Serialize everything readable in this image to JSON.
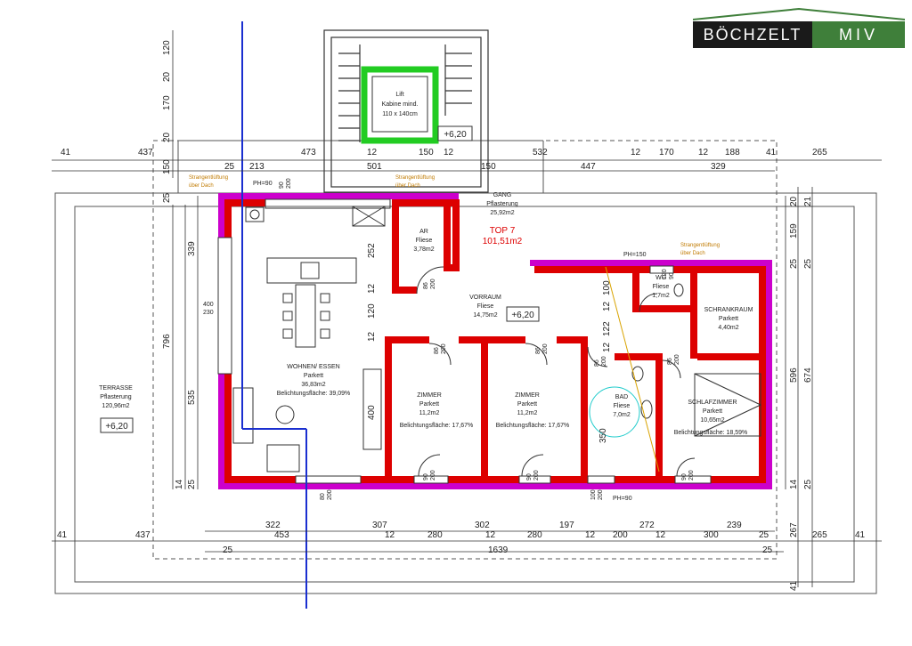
{
  "brand": {
    "left": "BÖCHZELT",
    "right": "MIV",
    "colors": {
      "dark": "#1a1a1a",
      "green": "#3f7f3a"
    }
  },
  "colors": {
    "wall_existing": "#dd0000",
    "wall_new": "#cc00cc",
    "lift": "#22cc22",
    "axis": "#1a2fd0",
    "note": "#c07a00"
  },
  "unit": {
    "name": "TOP 7",
    "area": "101,51m2"
  },
  "rooms": {
    "lift": {
      "name": "Lift",
      "line2": "Kabine mind.",
      "line3": "110 x 140cm"
    },
    "gang": {
      "name": "GANG",
      "floor": "Pflasterung",
      "area": "25,92m2"
    },
    "ar": {
      "name": "AR",
      "floor": "Fliese",
      "area": "3,78m2"
    },
    "vorraum": {
      "name": "VORRAUM",
      "floor": "Fliese",
      "area": "14,75m2"
    },
    "wohnen": {
      "name": "WOHNEN/ ESSEN",
      "floor": "Parkett",
      "area": "36,83m2",
      "light": "Belichtungsfläche: 39,09%"
    },
    "zimmer1": {
      "name": "ZIMMER",
      "floor": "Parkett",
      "area": "11,2m2",
      "light": "Belichtungsfläche: 17,67%"
    },
    "zimmer2": {
      "name": "ZIMMER",
      "floor": "Parkett",
      "area": "11,2m2",
      "light": "Belichtungsfläche: 17,67%"
    },
    "wc": {
      "name": "WC",
      "floor": "Fliese",
      "area": "1,7m2"
    },
    "schrank": {
      "name": "SCHRANKRAUM",
      "floor": "Parkett",
      "area": "4,40m2"
    },
    "bad": {
      "name": "BAD",
      "floor": "Fliese",
      "area": "7,0m2"
    },
    "schlaf": {
      "name": "SCHLAFZIMMER",
      "floor": "Parkett",
      "area": "10,65m2",
      "light": "Belichtungsfläche: 18,59%"
    },
    "terrasse": {
      "name": "TERRASSE",
      "floor": "Pflasterung",
      "area": "120,96m2"
    }
  },
  "levels": {
    "lift": "+6,20",
    "vorraum": "+6,20",
    "terrasse": "+6,20"
  },
  "notes": {
    "strang1a": "Strangentlüftung",
    "strang1b": "über Dach",
    "strang2a": "Strangentlüftung",
    "strang2b": "über Dach",
    "strang3a": "Strangentlüftung",
    "strang3b": "über Dach",
    "ph90a": "PH=90",
    "ph150": "PH=150",
    "ph90b": "PH=90"
  },
  "dims": {
    "top": {
      "row1": [
        "41",
        "437",
        "473",
        "12",
        "150",
        "12",
        "532",
        "12",
        "170",
        "12",
        "188",
        "41",
        "265"
      ],
      "row2": [
        "25",
        "213",
        "501",
        "150",
        "447",
        "329"
      ]
    },
    "bottom": {
      "row1": [
        "322",
        "307",
        "302",
        "197",
        "272",
        "239"
      ],
      "row2": [
        "41",
        "437",
        "453",
        "12",
        "280",
        "12",
        "280",
        "12",
        "200",
        "12",
        "300",
        "25",
        "265",
        "41"
      ],
      "row3": [
        "25",
        "1639",
        "25"
      ]
    },
    "left": [
      "120",
      "20",
      "170",
      "20",
      "150",
      "25",
      "339",
      "796",
      "535",
      "14",
      "25",
      "400",
      "230"
    ],
    "right": [
      "20",
      "21",
      "159",
      "25",
      "25",
      "596",
      "674",
      "14",
      "25",
      "267",
      "41"
    ],
    "inner": [
      "252",
      "12",
      "120",
      "12",
      "400",
      "100",
      "12",
      "122",
      "12",
      "350",
      "86",
      "200",
      "90",
      "200",
      "120",
      "90"
    ],
    "doors": [
      "86",
      "200",
      "86",
      "200",
      "86",
      "200",
      "90",
      "200",
      "90",
      "200",
      "90",
      "200",
      "80",
      "200",
      "86",
      "200",
      "100",
      "200"
    ]
  }
}
